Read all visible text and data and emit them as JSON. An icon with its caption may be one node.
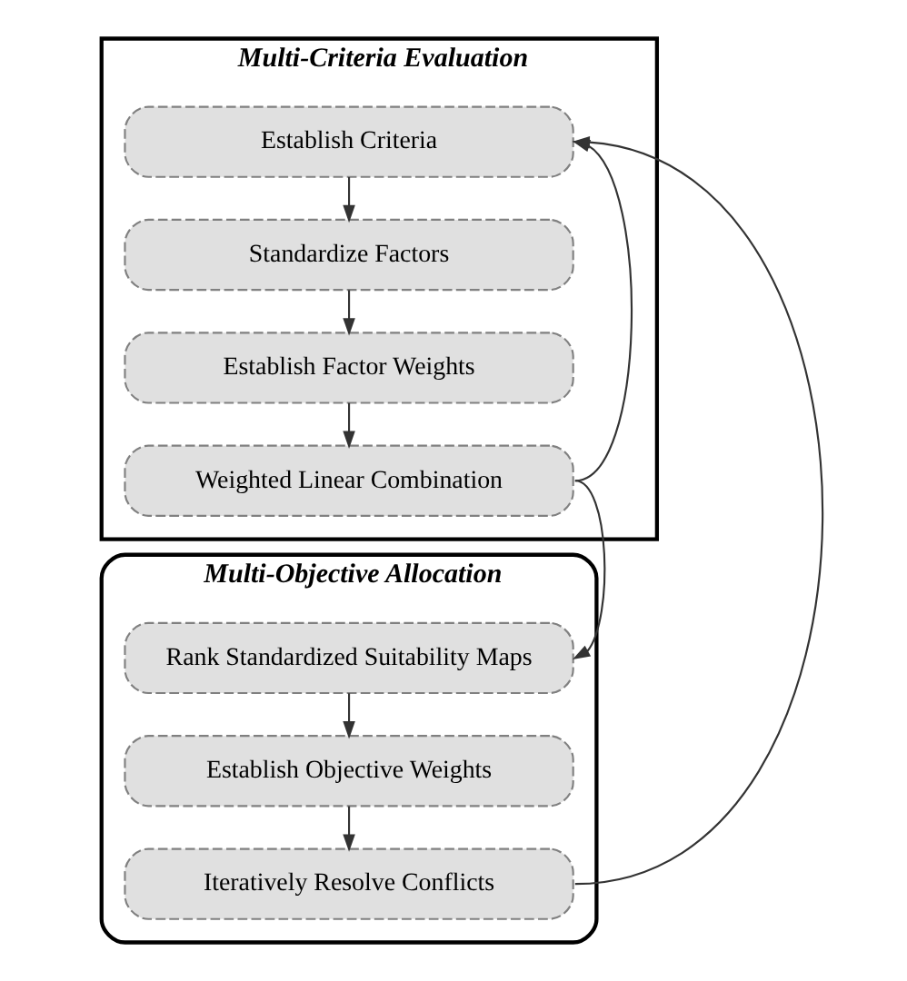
{
  "diagram": {
    "nodes": [
      {
        "text": [
          "Multi-Criteria Evaluation"
        ]
      },
      {
        "text": [
          "Establish Criteria"
        ],
        "in": 0
      },
      {
        "text": [
          "Standardize Factors"
        ],
        "in": 0
      },
      {
        "text": [
          "Establish Factor Weights"
        ],
        "in": 0
      },
      {
        "text": [
          "Weighted Linear Combination"
        ],
        "in": 0
      },
      {
        "text": [
          "Multi-Objective Allocation"
        ]
      },
      {
        "text": [
          "Rank Standardized Suitability Maps"
        ],
        "in": 5
      },
      {
        "text": [
          "Establish Objective Weights"
        ],
        "in": 5
      },
      {
        "text": [
          "Iteratively Resolve Conflicts"
        ],
        "in": 5
      }
    ],
    "edges": [
      {
        "from": 1,
        "to": 2,
        "arrow": "to"
      },
      {
        "from": 2,
        "to": 3,
        "arrow": "to"
      },
      {
        "from": 3,
        "to": 4,
        "arrow": "to"
      },
      {
        "from": 4,
        "to": 1,
        "arrow": "to"
      },
      {
        "from": 4,
        "to": 6,
        "arrow": "to"
      },
      {
        "from": 6,
        "to": 7,
        "arrow": "to"
      },
      {
        "from": 7,
        "to": 8,
        "arrow": "to"
      },
      {
        "from": 8,
        "to": 1,
        "arrow": "to"
      }
    ]
  }
}
